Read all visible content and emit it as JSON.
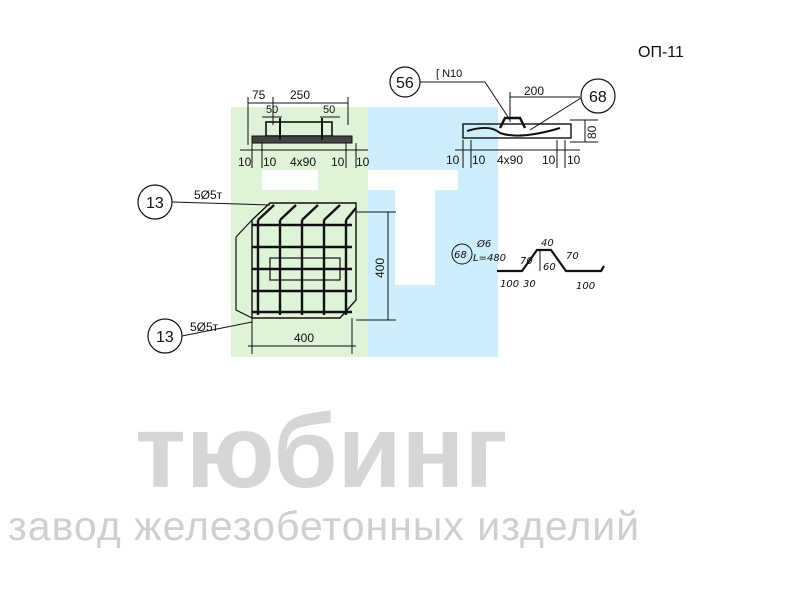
{
  "drawing": {
    "code": "ОП-11",
    "callouts": {
      "c56": "56",
      "c68": "68",
      "c68b": "68",
      "c13a": "13",
      "c13b": "13"
    },
    "labels": {
      "channel": "[ N10",
      "bars_top": "5Ø5т",
      "bars_bottom": "5Ø5т",
      "rebar_dia": "Ø6",
      "rebar_len": "L=480"
    },
    "dims_left": {
      "d75": "75",
      "d250": "250",
      "d50a": "50",
      "d50b": "50",
      "d10a": "10",
      "d10b": "10",
      "d4x90": "4x90",
      "d10c": "10",
      "d10d": "10"
    },
    "dims_right": {
      "d200": "200",
      "d80": "80",
      "d10a": "10",
      "d10b": "10",
      "d4x90": "4x90",
      "d10c": "10",
      "d10d": "10"
    },
    "dims_plan": {
      "width": "400",
      "height": "400"
    },
    "dims_bar": {
      "d40": "40",
      "d70a": "70",
      "d70b": "70",
      "d60": "60",
      "d100a": "100",
      "d30": "30",
      "d100b": "100"
    }
  },
  "watermark": {
    "brand": "тюбинг",
    "tagline": "завод железобетонных изделий",
    "colors": {
      "green": "#dff3d8",
      "blue": "#cdeefa",
      "text": "#d6d6d6"
    }
  }
}
